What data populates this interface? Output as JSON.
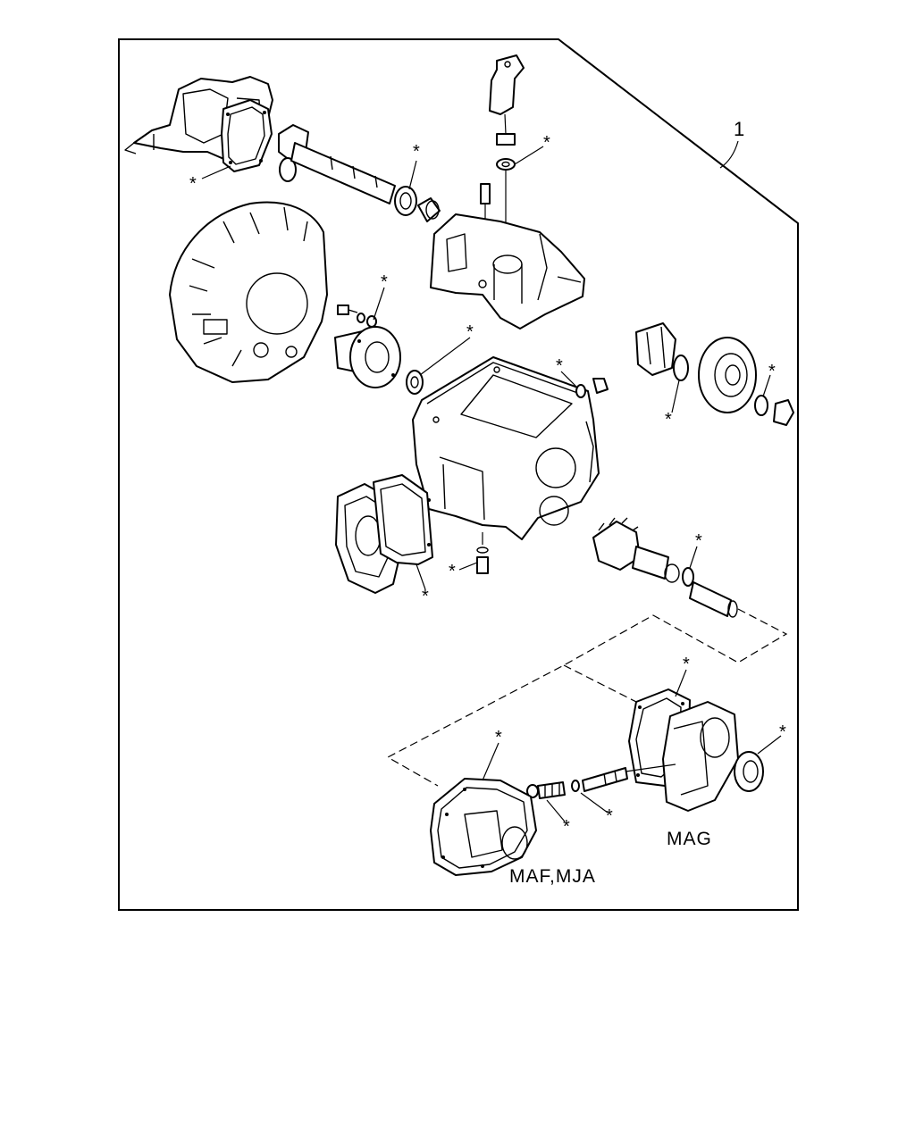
{
  "figure": {
    "callout_number": "1",
    "replacement_mark": "*",
    "variant_labels": {
      "mag": "MAG",
      "maf_mja": "MAF,MJA"
    }
  },
  "colors": {
    "line": "#000000",
    "background": "#ffffff"
  }
}
